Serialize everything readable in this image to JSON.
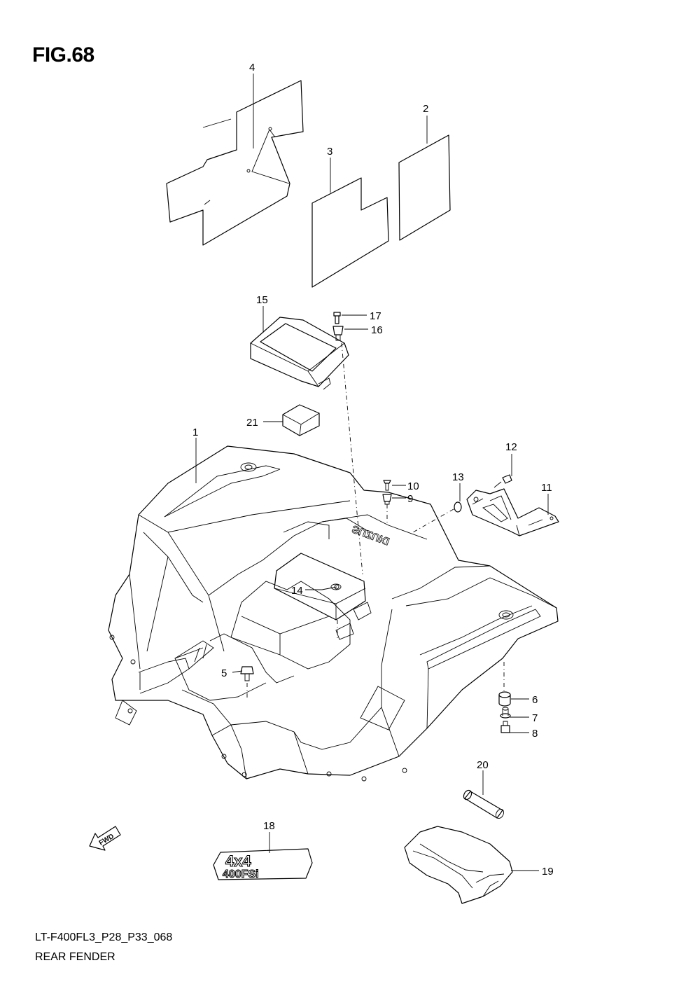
{
  "figure": {
    "title": "FIG.68",
    "model_code": "LT-F400FL3_P28_P33_068",
    "section_name": "REAR FENDER"
  },
  "part_labels": [
    "1",
    "2",
    "3",
    "4",
    "5",
    "6",
    "7",
    "8",
    "9",
    "10",
    "11",
    "12",
    "13",
    "14",
    "15",
    "16",
    "17",
    "18",
    "19",
    "20",
    "21"
  ],
  "artwork_text": {
    "decal_4x4_top": "4x4",
    "decal_4x4_bottom": "400FSi",
    "fender_brand": "SUZUKI",
    "direction_arrow": "FWD"
  }
}
